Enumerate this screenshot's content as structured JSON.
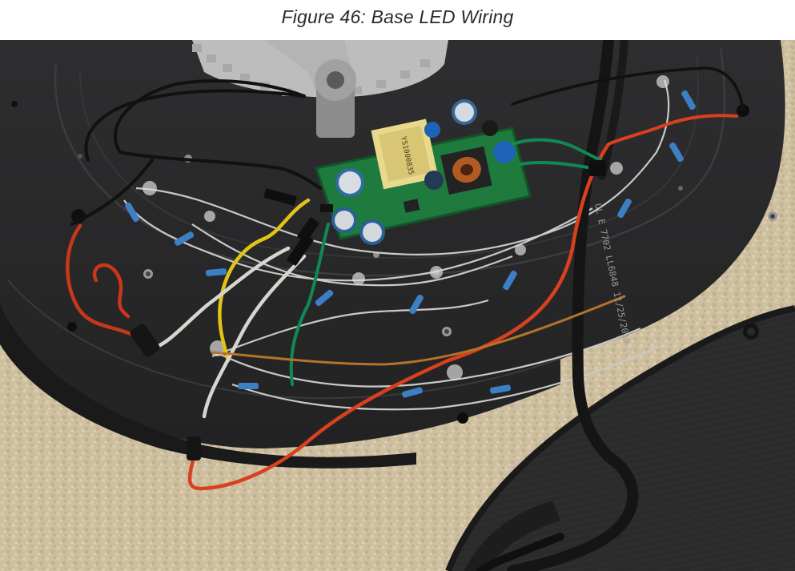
{
  "figure": {
    "caption": "Figure 46: Base LED Wiring"
  },
  "photo": {
    "board_label": "YS1000835",
    "cable_text": "UL E 7702 LL6848 11/25/2019"
  }
}
